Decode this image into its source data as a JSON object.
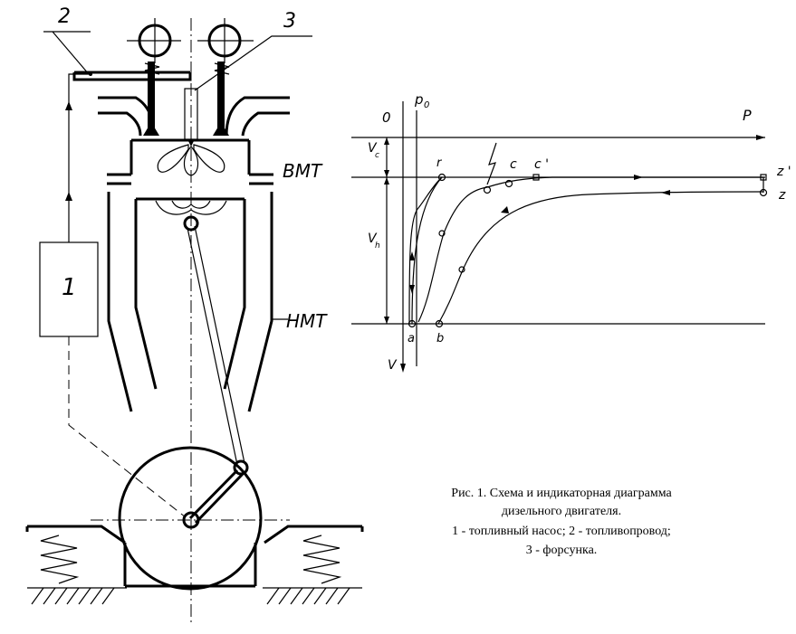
{
  "engine": {
    "callout_1": "1",
    "callout_2": "2",
    "callout_3": "3",
    "label_vmt": "ВМТ",
    "label_nmt": "НМТ"
  },
  "indicator": {
    "label_o": "0",
    "label_p0": "p",
    "label_p0_sub": "0",
    "label_p": "P",
    "label_vc": "V",
    "label_vc_sub": "c",
    "label_vh": "V",
    "label_vh_sub": "h",
    "label_v": "V",
    "label_r": "r",
    "label_c": "c",
    "label_c_prime": "c '",
    "label_z_prime": "z '",
    "label_z": "z",
    "label_a": "a",
    "label_b": "b"
  },
  "caption": {
    "line1": "Рис. 1. Схема и индикаторная диаграмма",
    "line2": "дизельного двигателя.",
    "line3": "1 - топливный насос; 2 - топливопровод;",
    "line4": "3 - форсунка."
  }
}
